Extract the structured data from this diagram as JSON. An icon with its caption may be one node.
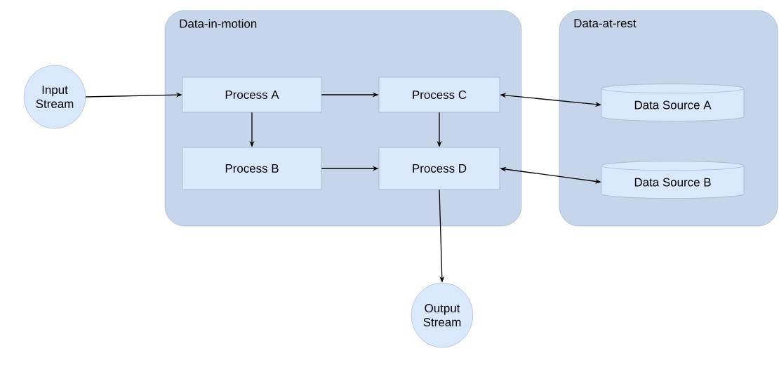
{
  "diagram": {
    "nodes": [
      {
        "text": [
          "Input Stream"
        ]
      },
      {
        "text": [
          "Data-in-motion"
        ]
      },
      {
        "text": [
          "Process A"
        ],
        "in": 1
      },
      {
        "text": [
          "Process C"
        ],
        "in": 1
      },
      {
        "text": [
          "Process B"
        ],
        "in": 1
      },
      {
        "text": [
          "Process D"
        ],
        "in": 1
      },
      {
        "text": [
          "Data-at-rest"
        ]
      },
      {
        "text": [
          "Data Source A"
        ],
        "in": 6
      },
      {
        "text": [
          "Data Source B"
        ],
        "in": 6
      },
      {
        "text": [
          "Output Stream"
        ]
      }
    ],
    "edges": [
      {
        "from": 0,
        "to": 2,
        "arrow": "to"
      },
      {
        "from": 2,
        "to": 3,
        "arrow": "to"
      },
      {
        "from": 2,
        "to": 4,
        "arrow": "to"
      },
      {
        "from": 3,
        "to": 5,
        "arrow": "to"
      },
      {
        "from": 4,
        "to": 5,
        "arrow": "to"
      },
      {
        "from": 3,
        "to": 7,
        "arrow": "both"
      },
      {
        "from": 5,
        "to": 8,
        "arrow": "both"
      },
      {
        "from": 5,
        "to": 9,
        "arrow": "to"
      }
    ]
  }
}
